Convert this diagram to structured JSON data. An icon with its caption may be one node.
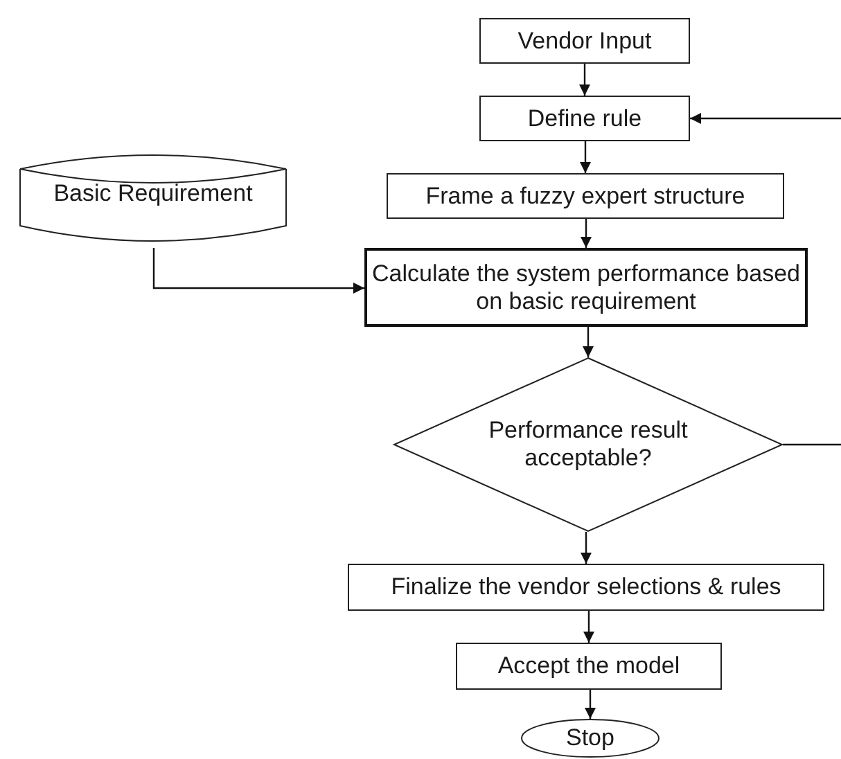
{
  "diagram": {
    "nodes": [
      {
        "text": [
          "Vendor Input"
        ]
      },
      {
        "text": [
          "Define rule"
        ]
      },
      {
        "text": [
          "Basic Requirement"
        ]
      },
      {
        "text": [
          "Frame a fuzzy expert structure"
        ]
      },
      {
        "text": [
          "Calculate the system performance based on basic requirement"
        ]
      },
      {
        "text": [
          "Performance result acceptable?"
        ]
      },
      {
        "text": [
          "Finalize the vendor selections & rules"
        ]
      },
      {
        "text": [
          "Accept the model"
        ]
      },
      {
        "text": [
          "Stop"
        ]
      }
    ],
    "edges": [
      {
        "from": 0,
        "to": 1,
        "arrow": "to"
      },
      {
        "from": 1,
        "to": 3,
        "arrow": "to"
      },
      {
        "from": 3,
        "to": 4,
        "arrow": "to"
      },
      {
        "from": 2,
        "to": 4,
        "arrow": "to"
      },
      {
        "from": 4,
        "to": 5,
        "arrow": "to"
      },
      {
        "from": 5,
        "to": 6,
        "arrow": "to"
      },
      {
        "from": 6,
        "to": 7,
        "arrow": "to"
      },
      {
        "from": 7,
        "to": 8,
        "arrow": "to"
      },
      {
        "from": 5,
        "to": null,
        "arrow": "none"
      },
      {
        "from": null,
        "to": 1,
        "arrow": "to"
      }
    ]
  }
}
